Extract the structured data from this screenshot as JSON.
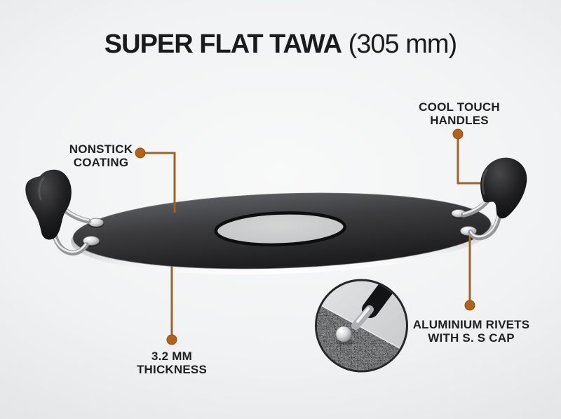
{
  "title": {
    "product": "SUPER FLAT TAWA",
    "dimension": "(305 mm)"
  },
  "callouts": {
    "nonstick": {
      "line1": "NONSTICK",
      "line2": "COATING"
    },
    "cool_touch": {
      "line1": "COOL TOUCH",
      "line2": "HANDLES"
    },
    "thickness": {
      "line1": "3.2 MM",
      "line2": "THICKNESS"
    },
    "rivets": {
      "line1": "ALUMINIUM RIVETS",
      "line2": "WITH S. S CAP"
    }
  },
  "colors": {
    "background_top": "#f8f9f9",
    "background_edge": "#d7d8da",
    "title_text": "#1b1b1d",
    "label_text": "#202022",
    "callout_line": "#9a6527",
    "callout_dot": "#b2611e",
    "pan_surface_dark": "#2a2a2c",
    "pan_rim_silver": "#e8e9eb",
    "handle_black": "#141416"
  }
}
